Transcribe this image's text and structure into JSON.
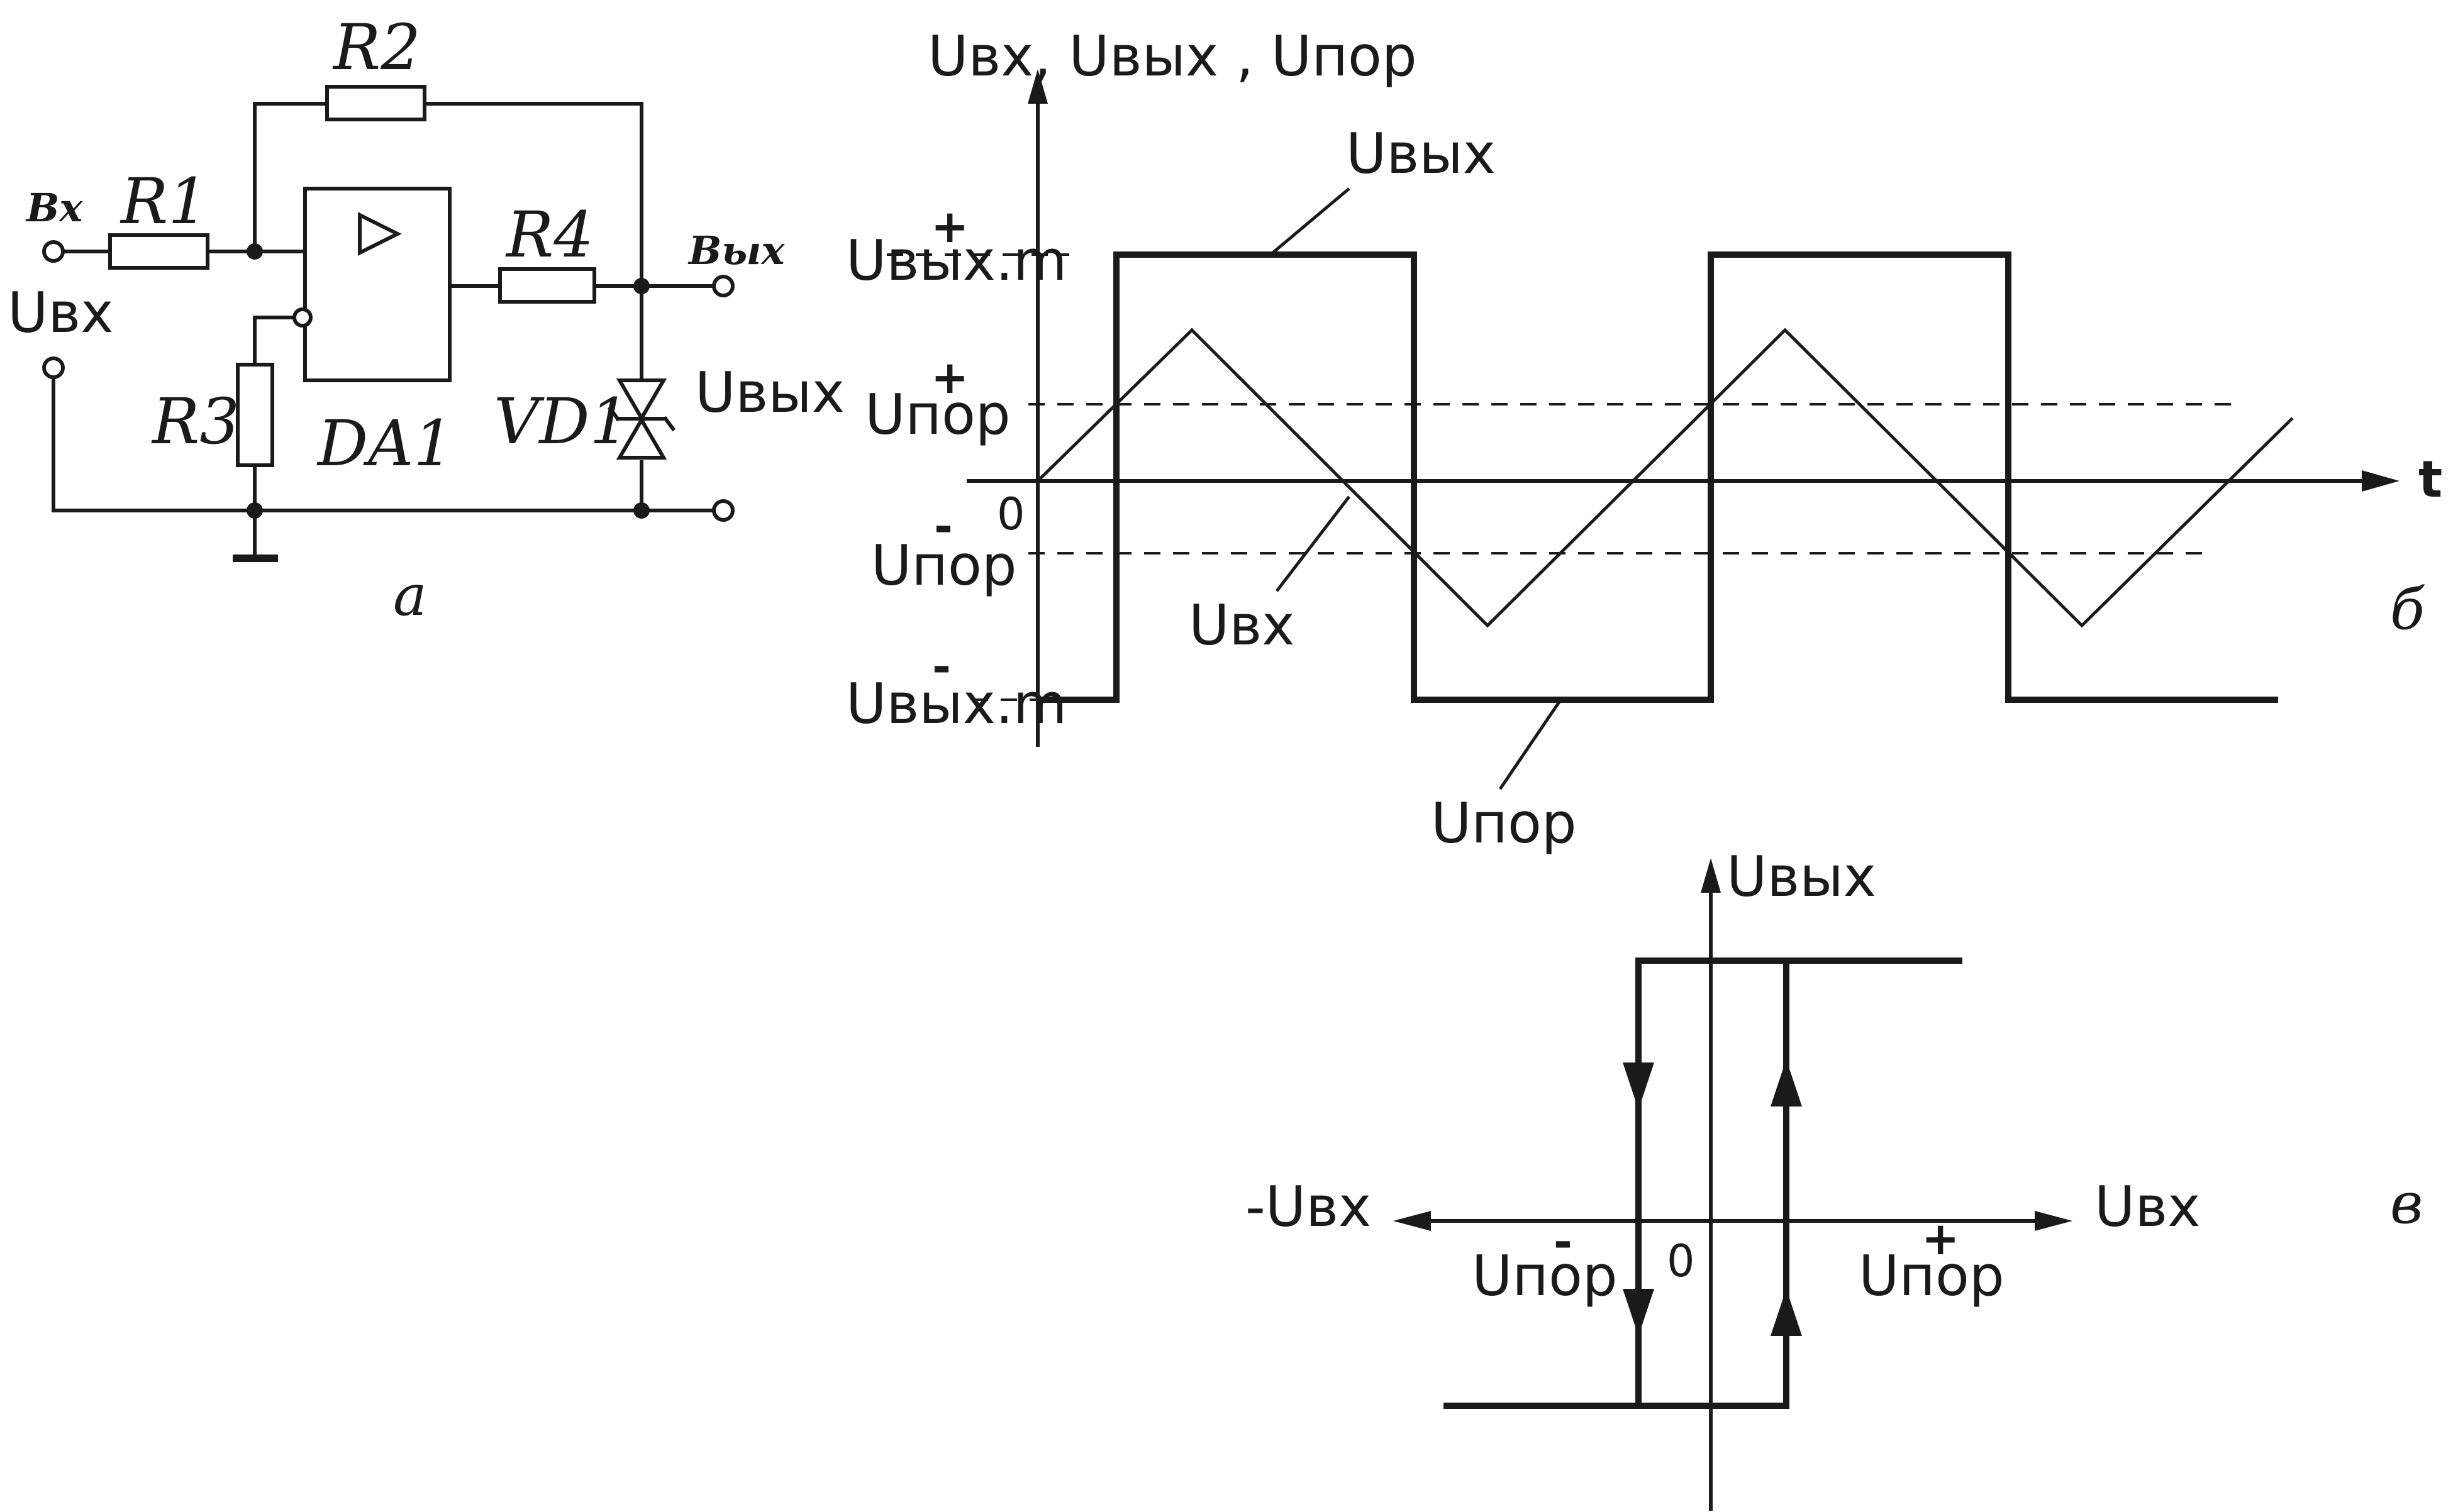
{
  "circuit": {
    "input_terminal": "Вх",
    "output_terminal": "Вых",
    "u_in": "Uвх",
    "u_out": "Uвых",
    "r1": "R1",
    "r2": "R2",
    "r3": "R3",
    "r4": "R4",
    "opamp": "DA1",
    "zener": "VD1",
    "caption": "а"
  },
  "timing": {
    "y_axis_title": "Uвх, Uвых , Uпор",
    "x_axis_label": "t",
    "origin": "0",
    "tick_out_max_plus": "Uвых.m",
    "tick_out_max_plus_sup": "+",
    "tick_thr_plus": "Uпор",
    "tick_thr_plus_sup": "+",
    "tick_thr_minus": "Uпор",
    "tick_thr_minus_sup": "-",
    "tick_out_max_minus": "Uвых.m",
    "tick_out_max_minus_sup": "-",
    "label_out": "Uвых",
    "label_in": "Uвх",
    "label_thr": "Uпор",
    "caption": "б"
  },
  "hysteresis": {
    "y_axis_label": "Uвых",
    "x_pos_label": "Uвх",
    "x_neg_label": "-Uвх",
    "origin": "0",
    "thr_minus": "Uпор",
    "thr_minus_sup": "-",
    "thr_plus": "Uпор",
    "thr_plus_sup": "+",
    "caption": "в"
  }
}
